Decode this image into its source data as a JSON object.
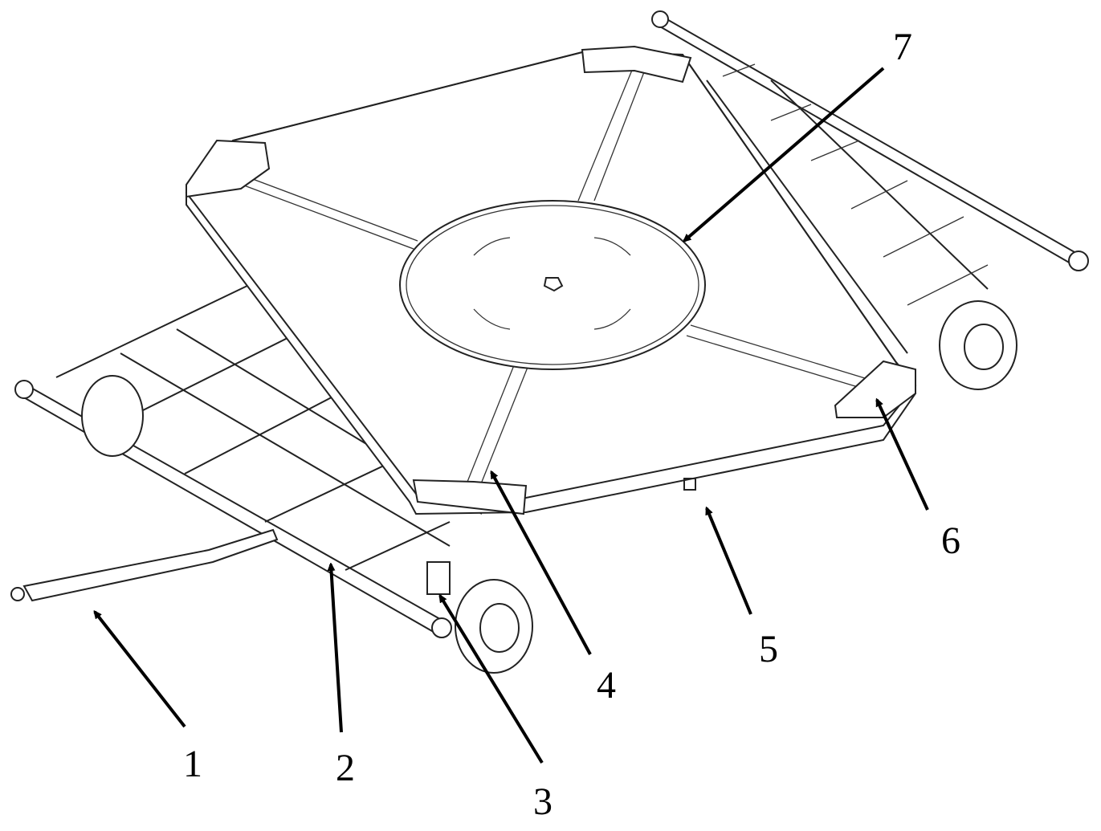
{
  "figure": {
    "callouts": [
      {
        "id": "1",
        "label": "1"
      },
      {
        "id": "2",
        "label": "2"
      },
      {
        "id": "3",
        "label": "3"
      },
      {
        "id": "4",
        "label": "4"
      },
      {
        "id": "5",
        "label": "5"
      },
      {
        "id": "6",
        "label": "6"
      },
      {
        "id": "7",
        "label": "7"
      }
    ]
  }
}
